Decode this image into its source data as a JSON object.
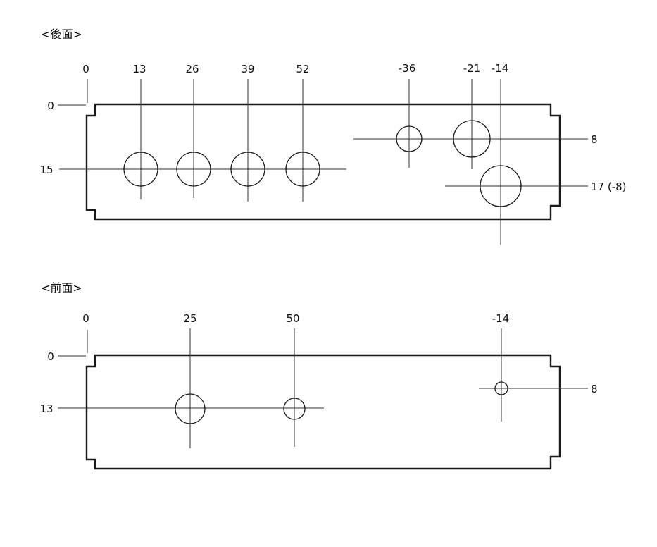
{
  "rear": {
    "title": "<後面>",
    "origin_x_label": "0",
    "origin_y_label": "0",
    "x_labels": [
      "13",
      "26",
      "39",
      "52",
      "-36",
      "-21",
      "-14"
    ],
    "y_labels": [
      "15",
      "8",
      "17 (-8)"
    ]
  },
  "front": {
    "title": "<前面>",
    "origin_x_label": "0",
    "origin_y_label": "0",
    "x_labels": [
      "25",
      "50",
      "-14"
    ],
    "y_labels": [
      "13",
      "8"
    ]
  }
}
